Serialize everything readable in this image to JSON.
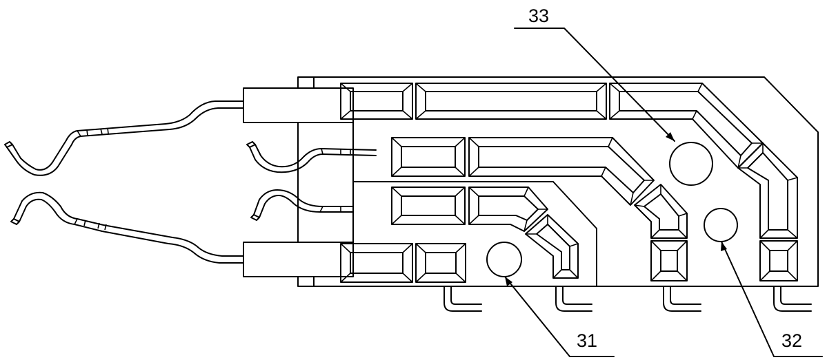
{
  "labels": {
    "ref_31": "31",
    "ref_32": "32",
    "ref_33": "33"
  },
  "colors": {
    "line": "#000000",
    "background": "#ffffff"
  }
}
